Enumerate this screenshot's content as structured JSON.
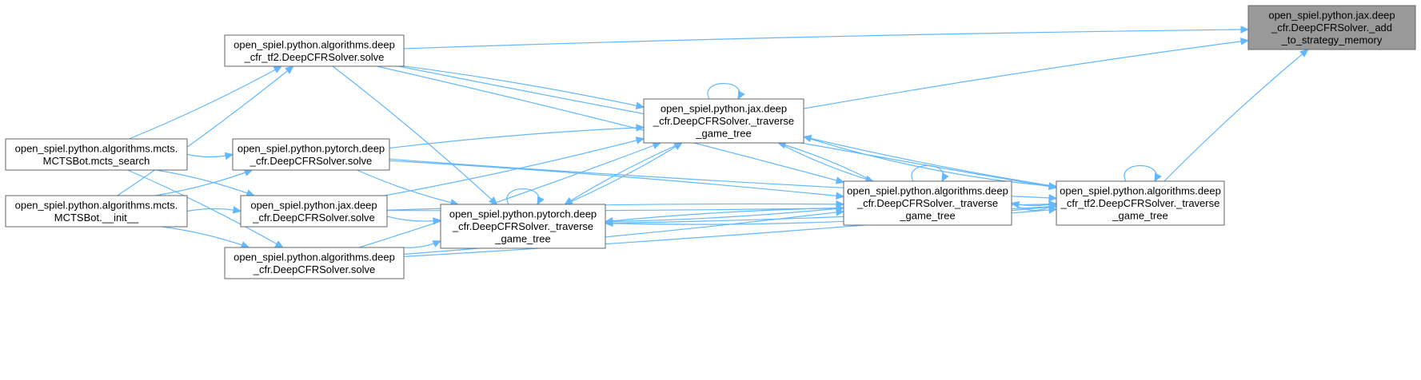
{
  "nodes": [
    {
      "id": "jax_add",
      "lines": [
        "open_spiel.python.jax.deep",
        "_cfr.DeepCFRSolver._add",
        "_to_strategy_memory"
      ],
      "focus": true
    },
    {
      "id": "tf2_traverse",
      "lines": [
        "open_spiel.python.algorithms.deep",
        "_cfr_tf2.DeepCFRSolver._traverse",
        "_game_tree"
      ]
    },
    {
      "id": "alg_traverse",
      "lines": [
        "open_spiel.python.algorithms.deep",
        "_cfr.DeepCFRSolver._traverse",
        "_game_tree"
      ]
    },
    {
      "id": "jax_traverse",
      "lines": [
        "open_spiel.python.jax.deep",
        "_cfr.DeepCFRSolver._traverse",
        "_game_tree"
      ]
    },
    {
      "id": "pytorch_traverse",
      "lines": [
        "open_spiel.python.pytorch.deep",
        "_cfr.DeepCFRSolver._traverse",
        "_game_tree"
      ]
    },
    {
      "id": "tf2_solve",
      "lines": [
        "open_spiel.python.algorithms.deep",
        "_cfr_tf2.DeepCFRSolver.solve"
      ]
    },
    {
      "id": "pytorch_solve",
      "lines": [
        "open_spiel.python.pytorch.deep",
        "_cfr.DeepCFRSolver.solve"
      ]
    },
    {
      "id": "jax_solve",
      "lines": [
        "open_spiel.python.jax.deep",
        "_cfr.DeepCFRSolver.solve"
      ]
    },
    {
      "id": "alg_solve",
      "lines": [
        "open_spiel.python.algorithms.deep",
        "_cfr.DeepCFRSolver.solve"
      ]
    },
    {
      "id": "mcts_search",
      "lines": [
        "open_spiel.python.algorithms.mcts.",
        "MCTSBot.mcts_search"
      ]
    },
    {
      "id": "mcts_init",
      "lines": [
        "open_spiel.python.algorithms.mcts.",
        "MCTSBot.__init__"
      ]
    }
  ],
  "edges": [
    {
      "from": "tf2_traverse",
      "to": "jax_add"
    },
    {
      "from": "jax_traverse",
      "to": "jax_add"
    },
    {
      "from": "tf2_solve",
      "to": "jax_add"
    },
    {
      "from": "tf2_solve",
      "to": "tf2_traverse"
    },
    {
      "from": "tf2_solve",
      "to": "alg_traverse"
    },
    {
      "from": "tf2_solve",
      "to": "jax_traverse"
    },
    {
      "from": "tf2_solve",
      "to": "pytorch_traverse"
    },
    {
      "from": "pytorch_solve",
      "to": "tf2_traverse"
    },
    {
      "from": "pytorch_solve",
      "to": "alg_traverse"
    },
    {
      "from": "pytorch_solve",
      "to": "jax_traverse"
    },
    {
      "from": "pytorch_solve",
      "to": "pytorch_traverse"
    },
    {
      "from": "jax_solve",
      "to": "tf2_traverse"
    },
    {
      "from": "jax_solve",
      "to": "alg_traverse"
    },
    {
      "from": "jax_solve",
      "to": "jax_traverse"
    },
    {
      "from": "jax_solve",
      "to": "pytorch_traverse"
    },
    {
      "from": "alg_solve",
      "to": "tf2_traverse"
    },
    {
      "from": "alg_solve",
      "to": "alg_traverse"
    },
    {
      "from": "alg_solve",
      "to": "jax_traverse"
    },
    {
      "from": "alg_solve",
      "to": "pytorch_traverse"
    },
    {
      "from": "mcts_search",
      "to": "tf2_solve"
    },
    {
      "from": "mcts_search",
      "to": "pytorch_solve"
    },
    {
      "from": "mcts_search",
      "to": "jax_solve"
    },
    {
      "from": "mcts_search",
      "to": "alg_solve"
    },
    {
      "from": "mcts_init",
      "to": "tf2_solve"
    },
    {
      "from": "mcts_init",
      "to": "pytorch_solve"
    },
    {
      "from": "mcts_init",
      "to": "jax_solve"
    },
    {
      "from": "mcts_init",
      "to": "alg_solve"
    },
    {
      "from": "tf2_traverse",
      "to": "tf2_traverse"
    },
    {
      "from": "tf2_traverse",
      "to": "alg_traverse"
    },
    {
      "from": "tf2_traverse",
      "to": "jax_traverse"
    },
    {
      "from": "tf2_traverse",
      "to": "pytorch_traverse"
    },
    {
      "from": "alg_traverse",
      "to": "alg_traverse"
    },
    {
      "from": "alg_traverse",
      "to": "tf2_traverse"
    },
    {
      "from": "alg_traverse",
      "to": "jax_traverse"
    },
    {
      "from": "alg_traverse",
      "to": "pytorch_traverse"
    },
    {
      "from": "jax_traverse",
      "to": "jax_traverse"
    },
    {
      "from": "jax_traverse",
      "to": "tf2_traverse"
    },
    {
      "from": "jax_traverse",
      "to": "alg_traverse"
    },
    {
      "from": "jax_traverse",
      "to": "pytorch_traverse"
    },
    {
      "from": "pytorch_traverse",
      "to": "pytorch_traverse"
    },
    {
      "from": "pytorch_traverse",
      "to": "tf2_traverse"
    },
    {
      "from": "pytorch_traverse",
      "to": "alg_traverse"
    },
    {
      "from": "pytorch_traverse",
      "to": "jax_traverse"
    }
  ],
  "colors": {
    "edge": "#63b8ff",
    "focus_fill": "#999999",
    "node_border": "#666666"
  }
}
